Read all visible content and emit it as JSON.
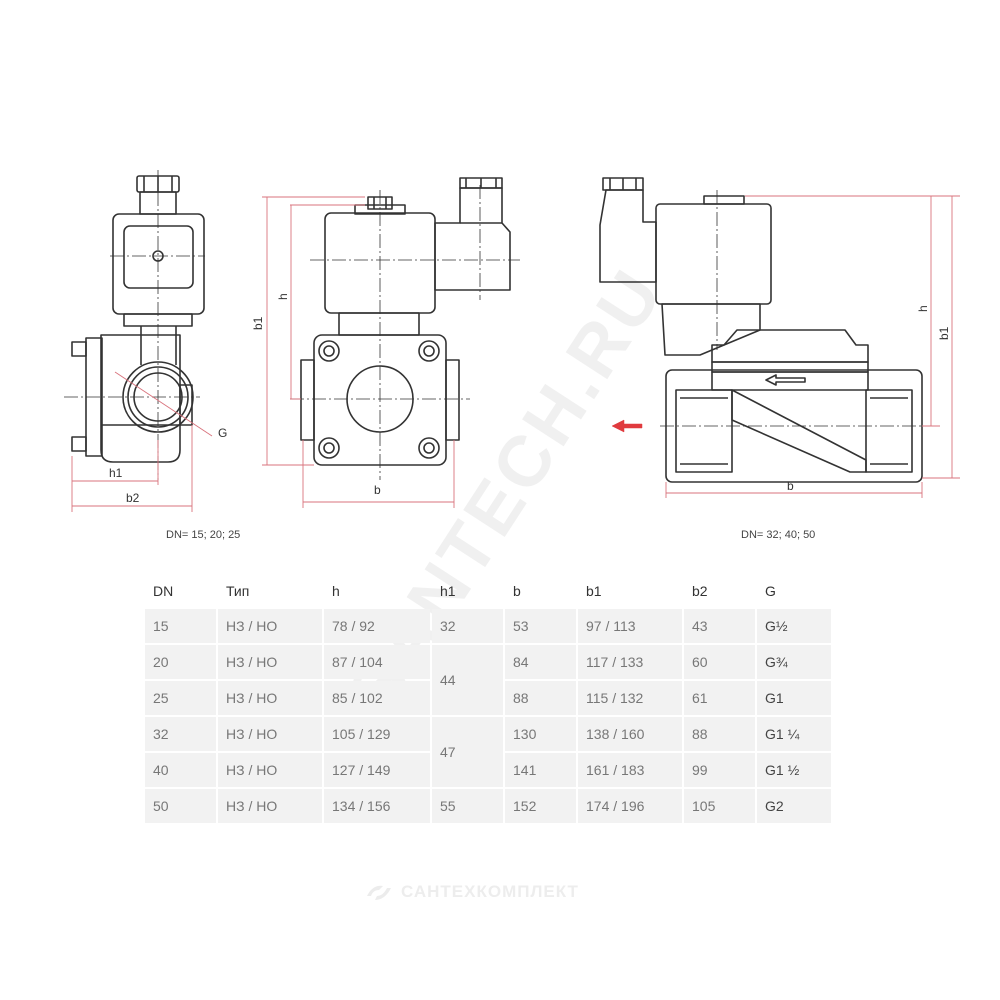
{
  "drawing": {
    "labels": {
      "g": "G",
      "h1": "h1",
      "b2": "b2",
      "b": "b",
      "h": "h",
      "b1": "b1"
    },
    "captions": {
      "left": "DN= 15; 20; 25",
      "right": "DN= 32; 40; 50"
    },
    "colors": {
      "dimension": "#d9737d",
      "outline": "#333333",
      "flow_arrow": "#e03a3e"
    }
  },
  "table": {
    "headers": [
      "DN",
      "Тип",
      "h",
      "h1",
      "b",
      "b1",
      "b2",
      "G"
    ],
    "rows": [
      {
        "dn": "15",
        "tip": "НЗ / НО",
        "h": "78 / 92",
        "h1": "32",
        "b": "53",
        "b1": "97 / 113",
        "b2": "43",
        "g": "G½"
      },
      {
        "dn": "20",
        "tip": "НЗ / НО",
        "h": "87 / 104",
        "h1": "44",
        "b": "84",
        "b1": "117 / 133",
        "b2": "60",
        "g": "G¾"
      },
      {
        "dn": "25",
        "tip": "НЗ / НО",
        "h": "85 / 102",
        "h1": "",
        "b": "88",
        "b1": "115 / 132",
        "b2": "61",
        "g": "G1"
      },
      {
        "dn": "32",
        "tip": "НЗ / НО",
        "h": "105 / 129",
        "h1": "47",
        "b": "130",
        "b1": "138 / 160",
        "b2": "88",
        "g": "G1 ¼"
      },
      {
        "dn": "40",
        "tip": "НЗ / НО",
        "h": "127 / 149",
        "h1": "",
        "b": "141",
        "b1": "161 / 183",
        "b2": "99",
        "g": "G1 ½"
      },
      {
        "dn": "50",
        "tip": "НЗ / НО",
        "h": "134 / 156",
        "h1": "55",
        "b": "152",
        "b1": "174 / 196",
        "b2": "105",
        "g": "G2"
      }
    ]
  },
  "watermarks": {
    "diagonal": "SANTECH.RU",
    "footer": "САНТЕХКОМПЛЕКТ"
  }
}
